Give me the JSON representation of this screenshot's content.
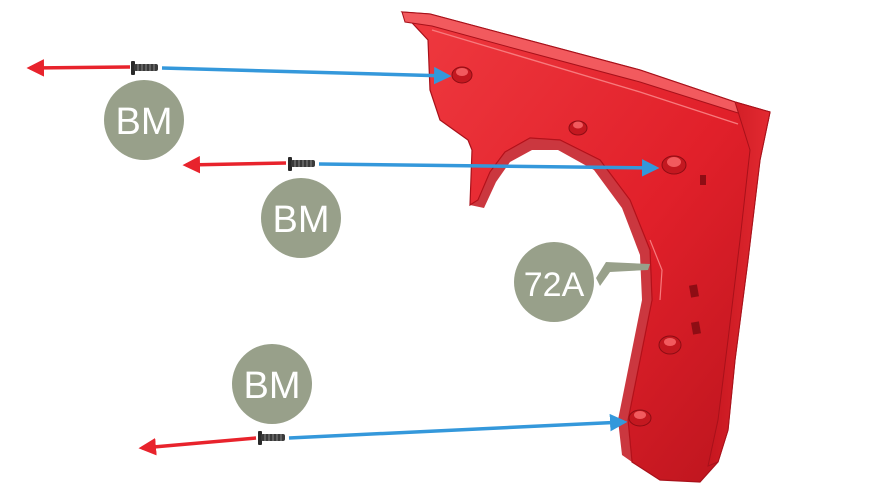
{
  "colors": {
    "background": "#ffffff",
    "part_red": "#e1202a",
    "part_red_dark": "#b9141d",
    "part_red_light": "#f04a4f",
    "removal_arrow": "#e8232c",
    "fitting_arrow": "#3498db",
    "callout_fill": "#98a08a",
    "callout_text": "#ffffff",
    "screw": "#2a2a2a"
  },
  "callouts": [
    {
      "label": "BM"
    },
    {
      "label": "BM"
    },
    {
      "label": "BM"
    },
    {
      "label": "72A"
    }
  ],
  "icons": {
    "screw": "screw-icon",
    "removal_arrow": "red-removal-arrow-icon",
    "fitting_arrow": "blue-fitting-arrow-icon",
    "part": "front-fender-part-illustration"
  }
}
